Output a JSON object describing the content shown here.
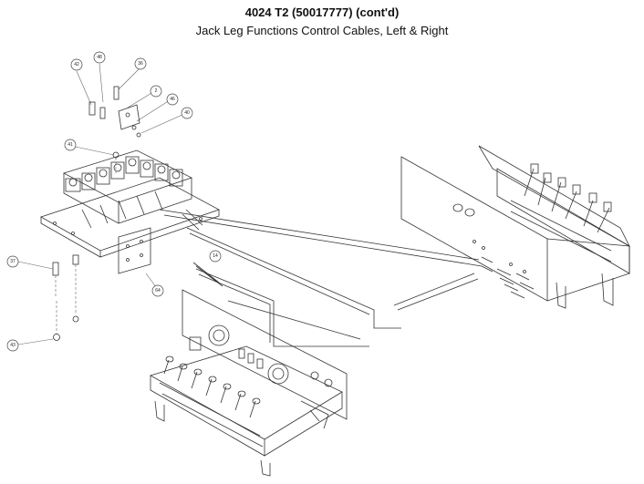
{
  "header": {
    "title": "4024 T2 (50017777) (cont'd)",
    "subtitle": "Jack Leg Functions Control Cables, Left & Right"
  },
  "callouts": [
    "42",
    "48",
    "36",
    "2",
    "46",
    "40",
    "41",
    "37",
    "64",
    "14",
    "43"
  ]
}
